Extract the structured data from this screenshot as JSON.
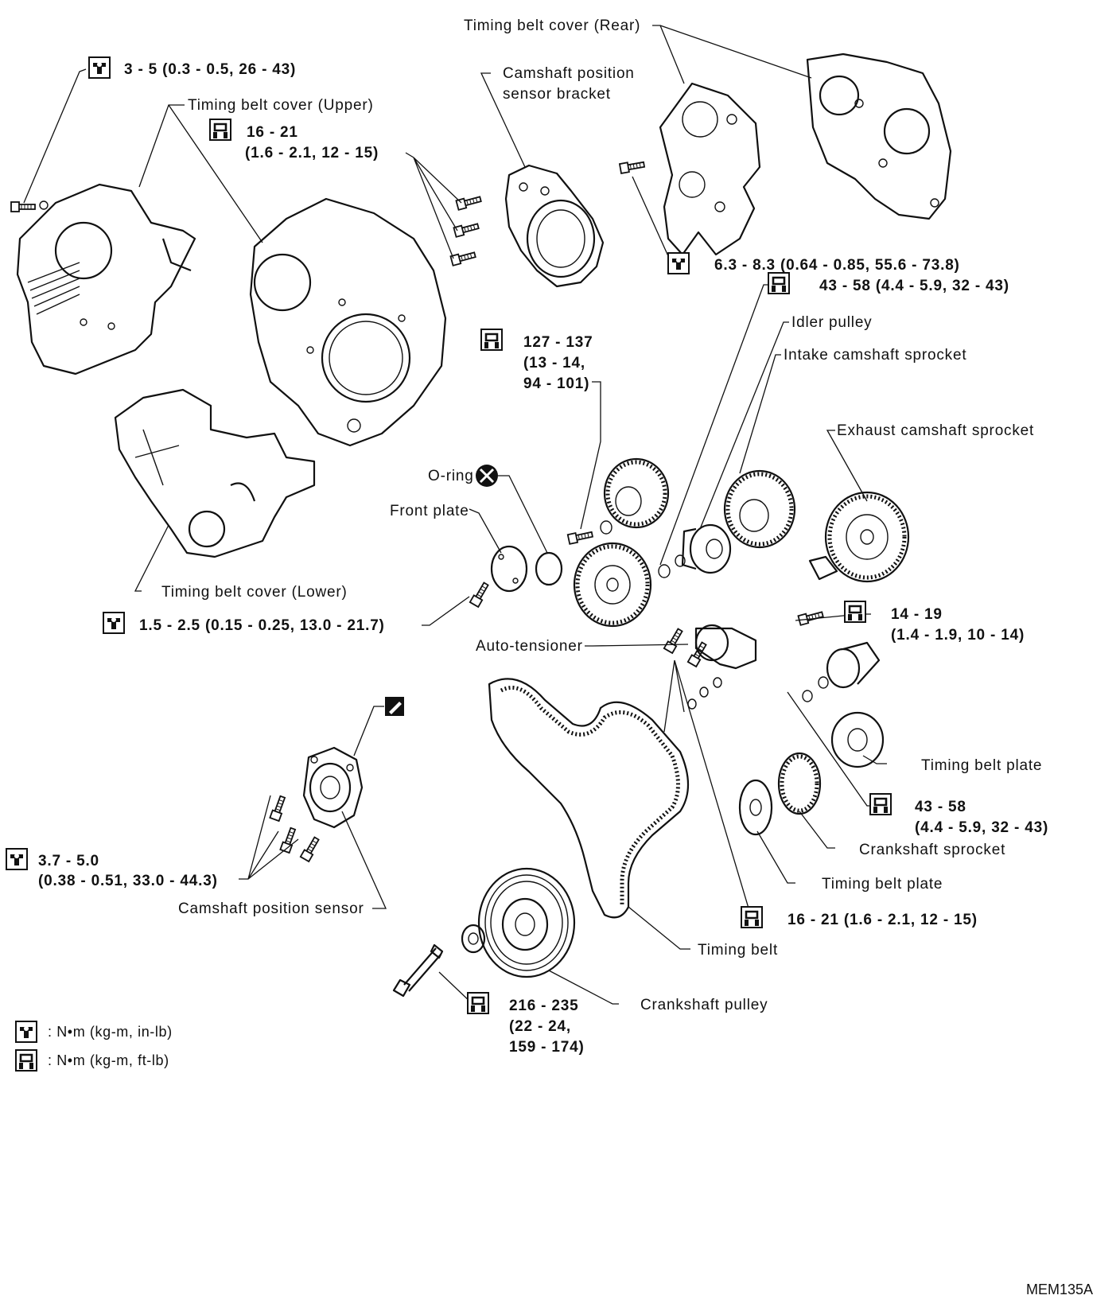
{
  "labels": {
    "timing_belt_cover_rear": "Timing belt cover (Rear)",
    "timing_belt_cover_upper": "Timing belt cover (Upper)",
    "timing_belt_cover_lower": "Timing belt cover (Lower)",
    "cam_sensor_bracket_1": "Camshaft position",
    "cam_sensor_bracket_2": "sensor bracket",
    "idler_pulley": "Idler pulley",
    "intake_sprocket": "Intake camshaft sprocket",
    "exhaust_sprocket": "Exhaust camshaft sprocket",
    "o_ring": "O-ring",
    "front_plate": "Front plate",
    "auto_tensioner": "Auto-tensioner",
    "timing_belt_plate_1": "Timing belt plate",
    "crankshaft_sprocket": "Crankshaft sprocket",
    "timing_belt_plate_2": "Timing belt plate",
    "timing_belt": "Timing belt",
    "crankshaft_pulley": "Crankshaft pulley",
    "cam_position_sensor": "Camshaft position sensor"
  },
  "torques": {
    "upper_cover_bolt": "3 - 5 (0.3 - 0.5, 26 - 43)",
    "bracket_bolts_1": "16 - 21",
    "bracket_bolts_2": "(1.6 - 2.1, 12 - 15)",
    "rear_cover_bolt": "6.3 - 8.3 (0.64 - 0.85, 55.6 - 73.8)",
    "idler_nut": "43 - 58 (4.4 - 5.9, 32 - 43)",
    "sprocket_bolt_1": "127 - 137",
    "sprocket_bolt_2": "(13 - 14,",
    "sprocket_bolt_3": "94 - 101)",
    "front_plate_bolt": "1.5 - 2.5 (0.15 - 0.25, 13.0 - 21.7)",
    "idler2_bolt_1": "14 - 19",
    "idler2_bolt_2": "(1.4 - 1.9, 10 - 14)",
    "lower_idler_nut_1": "43 - 58",
    "lower_idler_nut_2": "(4.4 - 5.9, 32 - 43)",
    "tensioner_bolts": "16 - 21 (1.6 - 2.1, 12 - 15)",
    "sensor_bolts_1": "3.7 - 5.0",
    "sensor_bolts_2": "(0.38 - 0.51, 33.0 - 44.3)",
    "crank_bolt_1": "216 - 235",
    "crank_bolt_2": "(22 - 24,",
    "crank_bolt_3": "159 - 174)"
  },
  "legend": {
    "in_lb": ": N•m (kg-m, in-lb)",
    "ft_lb": ": N•m (kg-m, ft-lb)"
  },
  "icons": {
    "inlb": "torque-wrench-in-lb-icon",
    "ftlb": "torque-wrench-ft-lb-icon",
    "oring": "replace-part-icon",
    "sealant": "sealant-icon"
  },
  "figure_code": "MEM135A"
}
